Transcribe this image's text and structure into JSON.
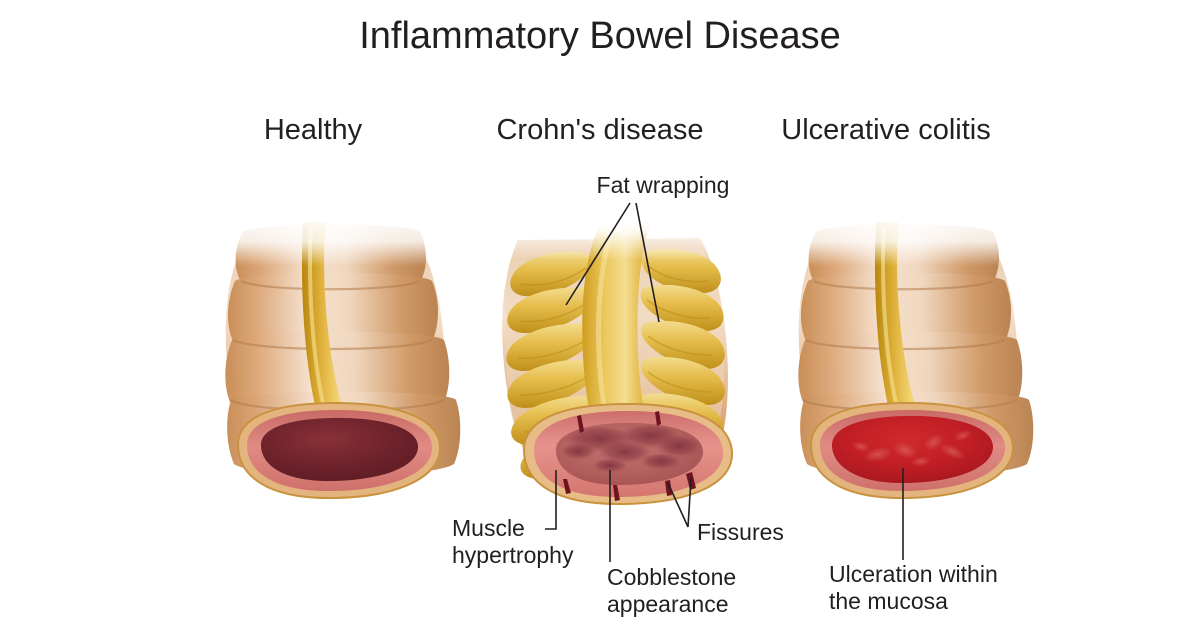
{
  "title": "Inflammatory Bowel Disease",
  "panels": [
    {
      "id": "healthy",
      "heading": "Healthy"
    },
    {
      "id": "crohns",
      "heading": "Crohn's disease"
    },
    {
      "id": "colitis",
      "heading": "Ulcerative colitis"
    }
  ],
  "annotations": {
    "fat_wrapping": "Fat wrapping",
    "muscle_hypertrophy_line1": "Muscle",
    "muscle_hypertrophy_line2": "hypertrophy",
    "cobblestone_line1": "Cobblestone",
    "cobblestone_line2": "appearance",
    "fissures": "Fissures",
    "ulceration_line1": "Ulceration within",
    "ulceration_line2": "the mucosa"
  },
  "colors": {
    "background": "#ffffff",
    "text": "#231f20",
    "serosa_light": "#f3d8c0",
    "serosa_mid": "#d8a878",
    "serosa_dark": "#b9814f",
    "taenia_yellow": "#d4a017",
    "taenia_light": "#e8c35a",
    "fat_yellow": "#e0b23c",
    "fat_light": "#f0d37a",
    "mucosa_pink": "#d9736d",
    "lumen_dark_red": "#6b2028",
    "lumen_bright_red": "#c01f26",
    "fissure_red": "#7d1420",
    "cobblestone_dark": "#8e3340"
  }
}
